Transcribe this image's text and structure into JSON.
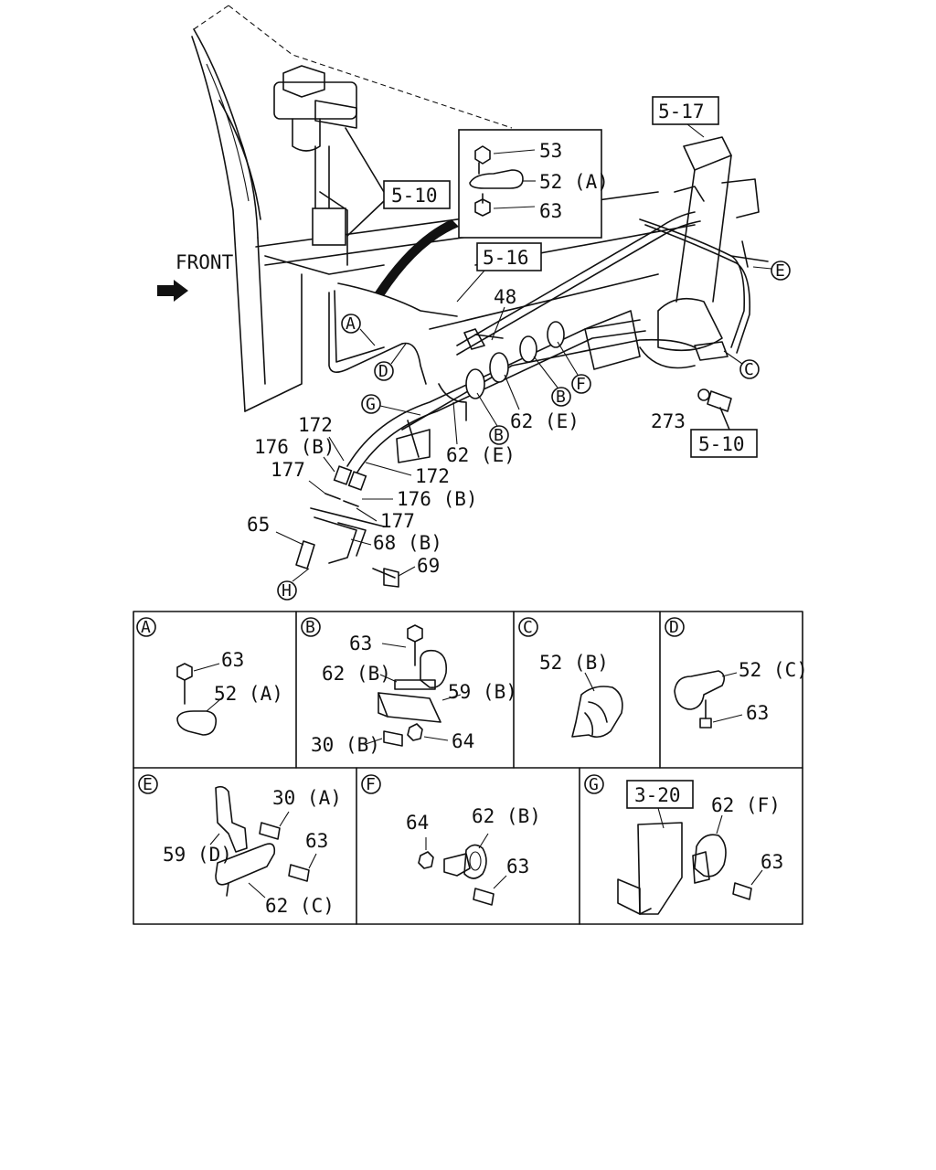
{
  "main_view": {
    "front_label": "FRONT",
    "refs": {
      "r_5_17": "5-17",
      "r_5_10_top": "5-10",
      "r_5_16": "5-16",
      "r_5_10_bottom": "5-10"
    },
    "inset": {
      "n53": "53",
      "n52a": "52 (A)",
      "n63": "63"
    },
    "parts": {
      "n48": "48",
      "n273": "273",
      "n62e_1": "62 (E)",
      "n62e_2": "62 (E)",
      "n172_a": "172",
      "n172_b": "172",
      "n176b_a": "176 (B)",
      "n176b_b": "176 (B)",
      "n177_a": "177",
      "n177_b": "177",
      "n65": "65",
      "n68b": "68 (B)",
      "n69": "69"
    },
    "callouts": {
      "A": "A",
      "B1": "B",
      "B2": "B",
      "C": "C",
      "D": "D",
      "E": "E",
      "F": "F",
      "G": "G",
      "H": "H"
    }
  },
  "details": {
    "A": {
      "letter": "A",
      "l63": "63",
      "l52a": "52 (A)"
    },
    "B": {
      "letter": "B",
      "l63": "63",
      "l62b": "62 (B)",
      "l59b": "59 (B)",
      "l30b": "30 (B)",
      "l64": "64"
    },
    "C": {
      "letter": "C",
      "l52b": "52 (B)"
    },
    "D": {
      "letter": "D",
      "l52c": "52 (C)",
      "l63": "63"
    },
    "E": {
      "letter": "E",
      "l30a": "30 (A)",
      "l59d": "59 (D)",
      "l63": "63",
      "l62c": "62 (C)"
    },
    "F": {
      "letter": "F",
      "l64": "64",
      "l62b": "62 (B)",
      "l63": "63"
    },
    "G": {
      "letter": "G",
      "ref": "3-20",
      "l62f": "62 (F)",
      "l63": "63"
    }
  }
}
